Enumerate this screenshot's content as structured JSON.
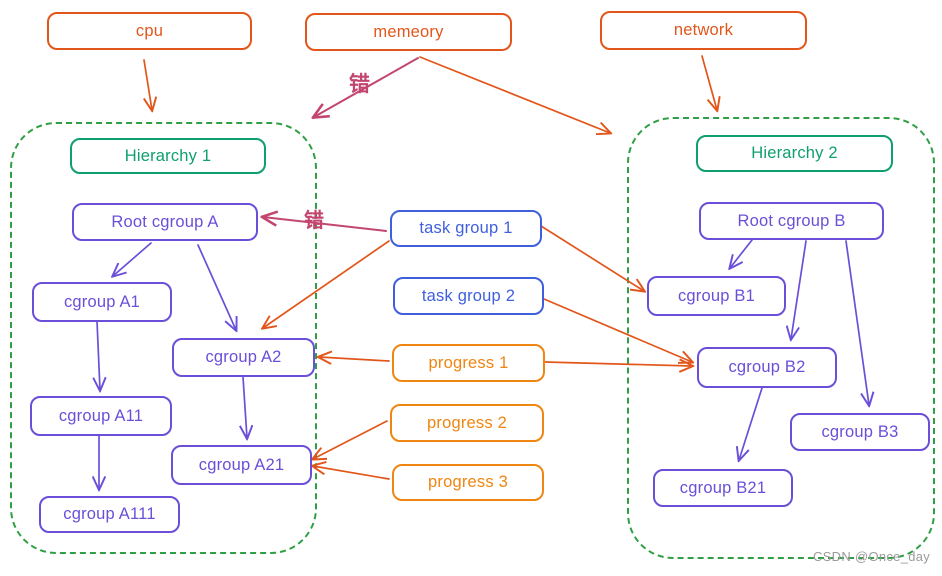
{
  "diagram": "cgroup hierarchies",
  "colors": {
    "controller_orange": "#e2561b",
    "progress_orange": "#ef8612",
    "hierarchy_green": "#0e9f6e",
    "container_green": "#2f9e44",
    "cgroup_purple": "#6b4fd8",
    "task_blue": "#3f5fdd",
    "wrong_pink": "#c2466f",
    "watermark_gray": "#9b9b9b"
  },
  "nodes": {
    "cpu": "cpu",
    "memory": "memeory",
    "network": "network",
    "hierarchy1": "Hierarchy 1",
    "hierarchy2": "Hierarchy 2",
    "rootA": "Root cgroup A",
    "cgroupA1": "cgroup A1",
    "cgroupA2": "cgroup A2",
    "cgroupA11": "cgroup A11",
    "cgroupA21": "cgroup A21",
    "cgroupA111": "cgroup A111",
    "rootB": "Root cgroup B",
    "cgroupB1": "cgroup B1",
    "cgroupB2": "cgroup B2",
    "cgroupB3": "cgroup B3",
    "cgroupB21": "cgroup B21",
    "taskgroup1": "task group 1",
    "taskgroup2": "task group 2",
    "progress1": "progress 1",
    "progress2": "progress 2",
    "progress3": "progress 3"
  },
  "annotations": {
    "wrong_memory": "错",
    "wrong_taskgroup": "错"
  },
  "edges": [
    {
      "from": "cpu",
      "to": "Hierarchy 1"
    },
    {
      "from": "memeory",
      "to": "Hierarchy 1",
      "label": "错",
      "style": "wrong"
    },
    {
      "from": "memeory",
      "to": "Hierarchy 2"
    },
    {
      "from": "network",
      "to": "Hierarchy 2"
    },
    {
      "from": "task group 1",
      "to": "Root cgroup A",
      "label": "错",
      "style": "wrong"
    },
    {
      "from": "task group 1",
      "to": "cgroup A2"
    },
    {
      "from": "task group 1",
      "to": "cgroup B1"
    },
    {
      "from": "task group 2",
      "to": "cgroup B2"
    },
    {
      "from": "progress 1",
      "to": "cgroup A2"
    },
    {
      "from": "progress 1",
      "to": "cgroup B2"
    },
    {
      "from": "progress 2",
      "to": "cgroup A21"
    },
    {
      "from": "progress 3",
      "to": "cgroup A21"
    },
    {
      "from": "Root cgroup A",
      "to": "cgroup A1"
    },
    {
      "from": "Root cgroup A",
      "to": "cgroup A2"
    },
    {
      "from": "cgroup A1",
      "to": "cgroup A11"
    },
    {
      "from": "cgroup A11",
      "to": "cgroup A111"
    },
    {
      "from": "cgroup A2",
      "to": "cgroup A21"
    },
    {
      "from": "Root cgroup B",
      "to": "cgroup B1"
    },
    {
      "from": "Root cgroup B",
      "to": "cgroup B2"
    },
    {
      "from": "Root cgroup B",
      "to": "cgroup B3"
    },
    {
      "from": "cgroup B2",
      "to": "cgroup B21"
    }
  ],
  "watermark": "CSDN @Once_day"
}
